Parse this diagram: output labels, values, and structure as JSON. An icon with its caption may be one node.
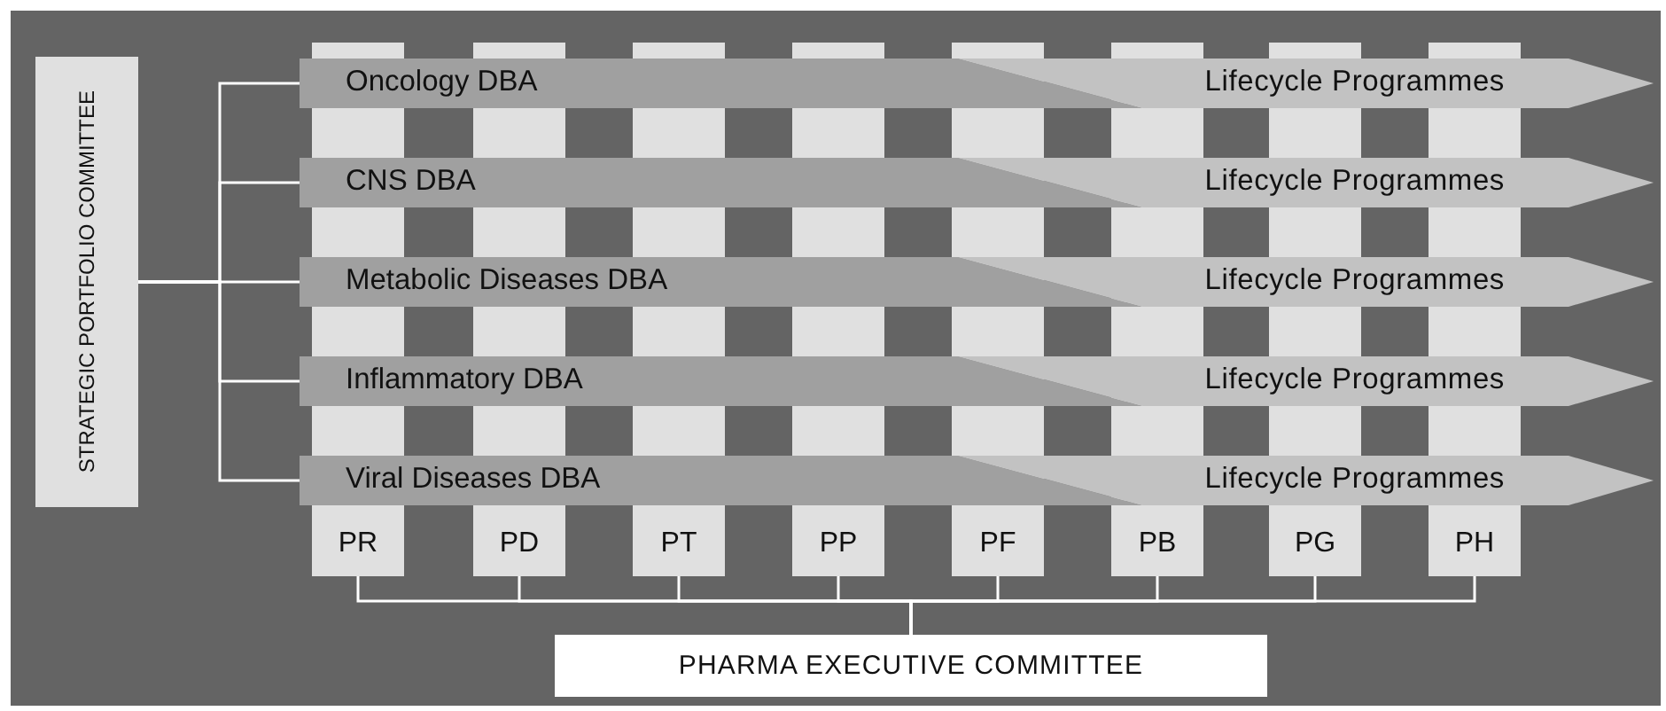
{
  "diagram": {
    "nodes": [
      {
        "text": [
          "STRATEGIC PORTFOLIO COMMITTEE"
        ]
      },
      {
        "text": [
          "Oncology DBA"
        ]
      },
      {
        "text": [
          "Lifecycle Programmes"
        ]
      },
      {
        "text": [
          "CNS DBA"
        ]
      },
      {
        "text": [
          "Lifecycle Programmes"
        ]
      },
      {
        "text": [
          "Metabolic Diseases DBA"
        ]
      },
      {
        "text": [
          "Lifecycle Programmes"
        ]
      },
      {
        "text": [
          "Inflammatory DBA"
        ]
      },
      {
        "text": [
          "Lifecycle Programmes"
        ]
      },
      {
        "text": [
          "Viral Diseases DBA"
        ]
      },
      {
        "text": [
          "Lifecycle Programmes"
        ]
      },
      {
        "text": [
          "PR"
        ]
      },
      {
        "text": [
          "PD"
        ]
      },
      {
        "text": [
          "PT"
        ]
      },
      {
        "text": [
          "PP"
        ]
      },
      {
        "text": [
          "PF"
        ]
      },
      {
        "text": [
          "PB"
        ]
      },
      {
        "text": [
          "PG"
        ]
      },
      {
        "text": [
          "PH"
        ]
      },
      {
        "text": [
          "PHARMA EXECUTIVE COMMITTEE"
        ]
      }
    ],
    "edges": [
      {
        "from": 0,
        "to": 1,
        "arrow": "none"
      },
      {
        "from": 0,
        "to": 3,
        "arrow": "none"
      },
      {
        "from": 0,
        "to": 5,
        "arrow": "none"
      },
      {
        "from": 0,
        "to": 7,
        "arrow": "none"
      },
      {
        "from": 0,
        "to": 9,
        "arrow": "none"
      },
      {
        "from": 11,
        "to": 19,
        "arrow": "none"
      },
      {
        "from": 12,
        "to": 19,
        "arrow": "none"
      },
      {
        "from": 13,
        "to": 19,
        "arrow": "none"
      },
      {
        "from": 14,
        "to": 19,
        "arrow": "none"
      },
      {
        "from": 15,
        "to": 19,
        "arrow": "none"
      },
      {
        "from": 16,
        "to": 19,
        "arrow": "none"
      },
      {
        "from": 17,
        "to": 19,
        "arrow": "none"
      },
      {
        "from": 18,
        "to": 19,
        "arrow": "none"
      }
    ]
  }
}
